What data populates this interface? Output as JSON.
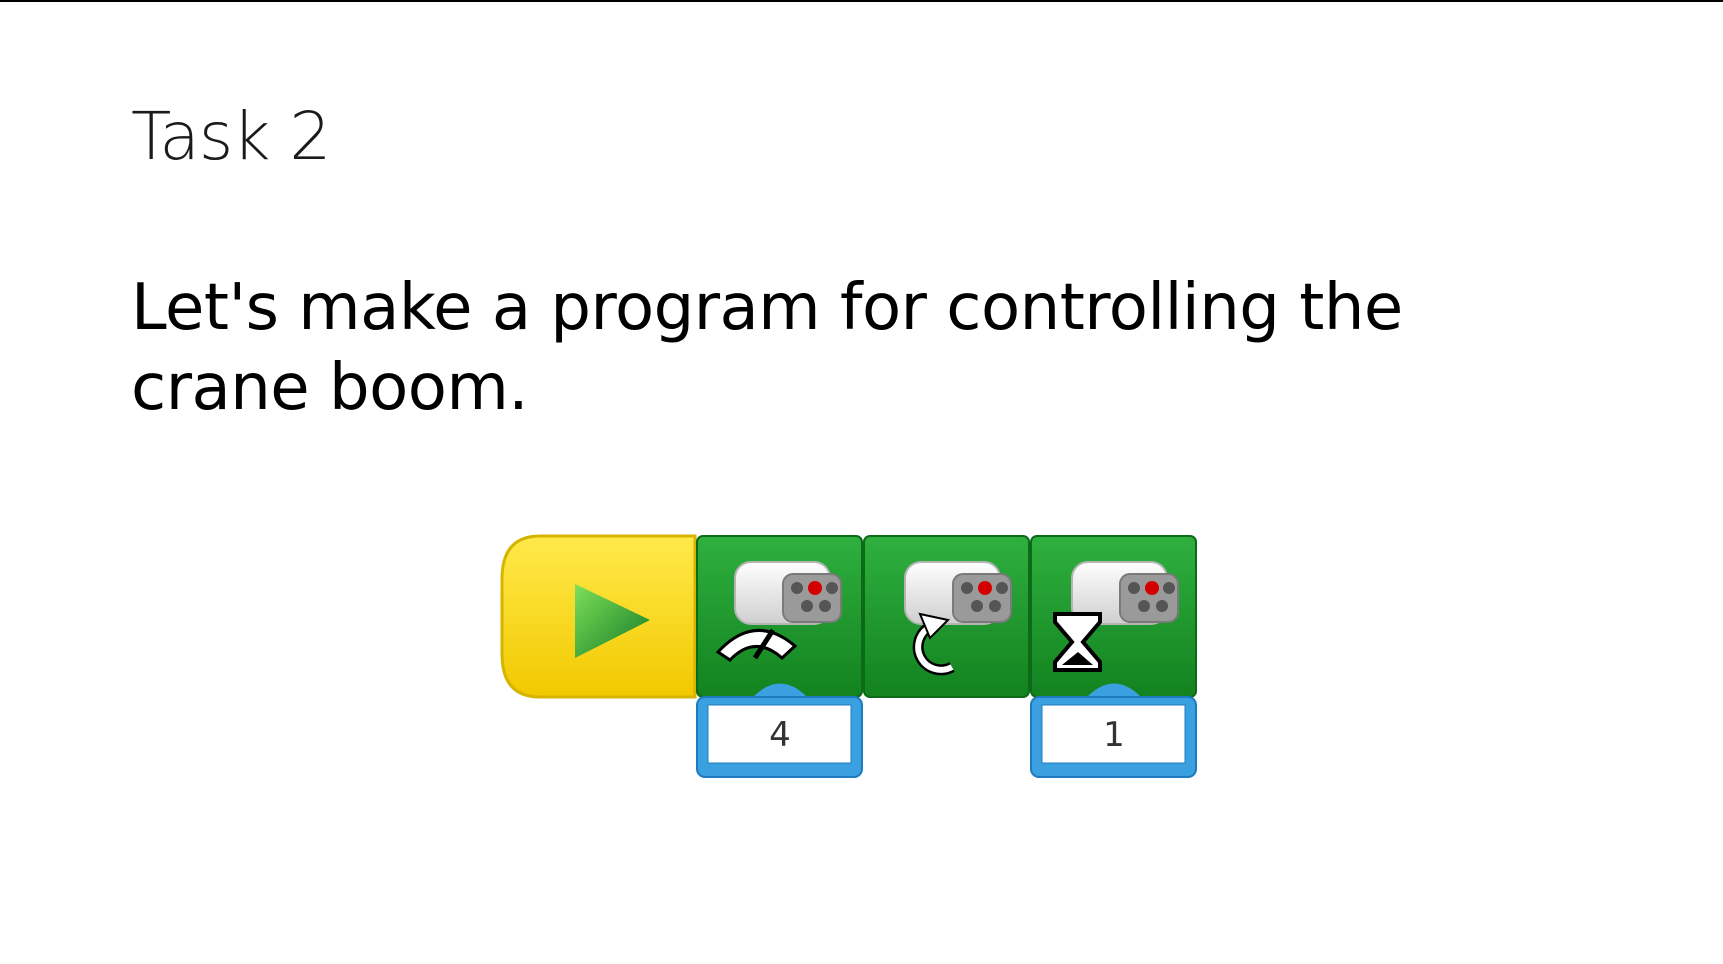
{
  "slide": {
    "title": "Task 2",
    "body": "Let's make a program for controlling the crane boom."
  },
  "program": {
    "blocks": [
      {
        "name": "start-block",
        "icon": "play-icon",
        "color": "#f5d400"
      },
      {
        "name": "motor-power-block",
        "icon": "speedometer-icon",
        "param": "4",
        "color": "#1f9a2e"
      },
      {
        "name": "motor-direction-block",
        "icon": "rotate-arrow-icon",
        "color": "#1f9a2e"
      },
      {
        "name": "motor-on-for-block",
        "icon": "hourglass-icon",
        "param": "1",
        "color": "#1f9a2e"
      }
    ]
  }
}
